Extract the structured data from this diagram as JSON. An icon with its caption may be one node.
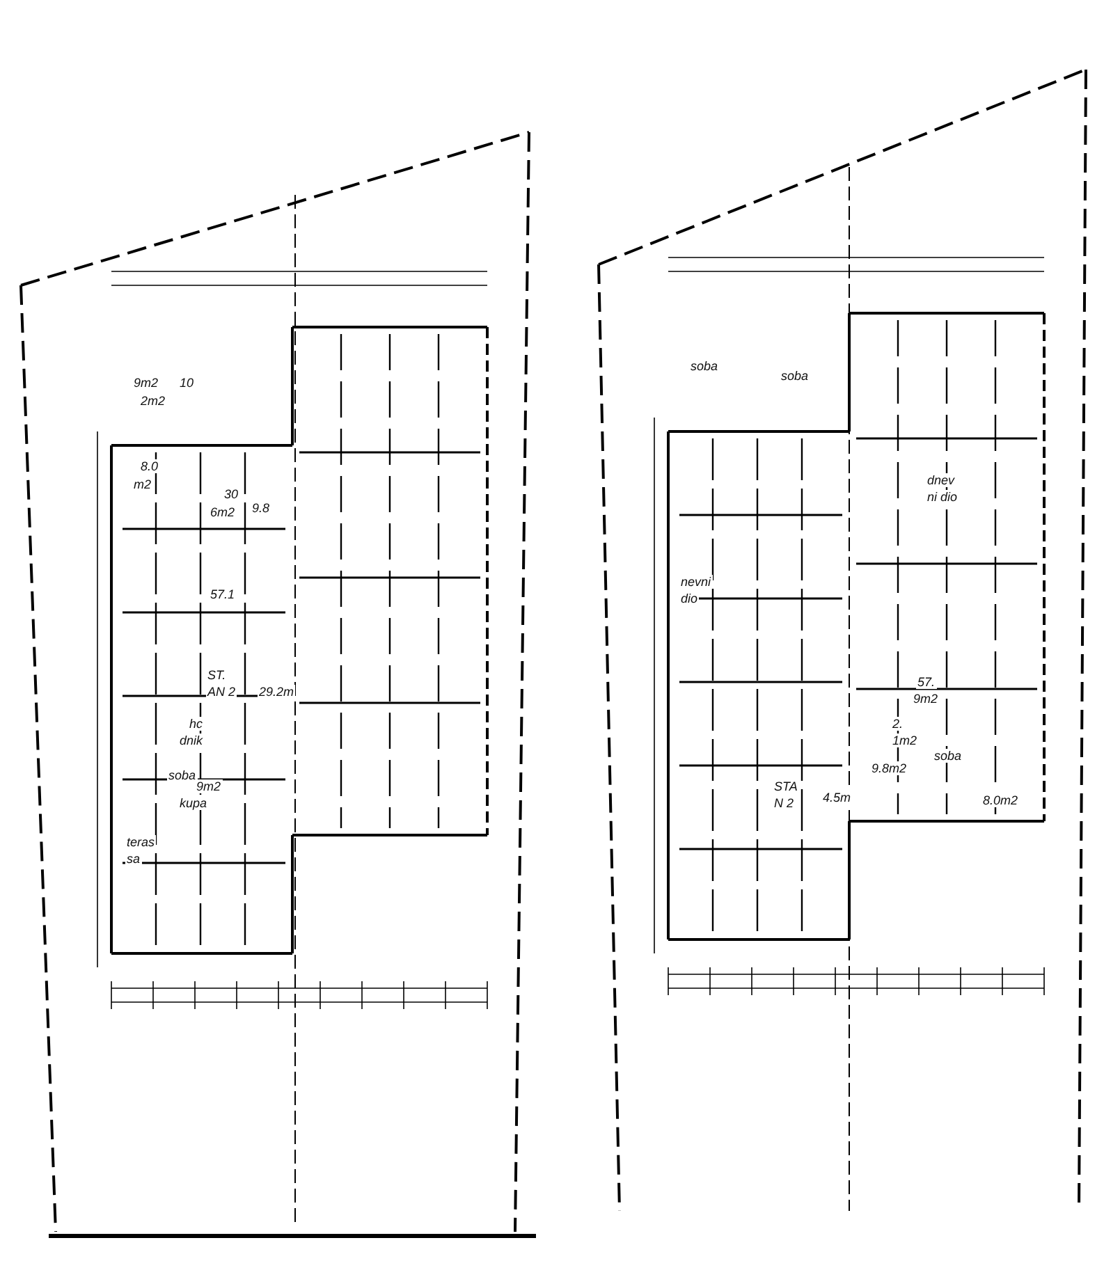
{
  "diagram": {
    "labels": [
      "9m2",
      "10",
      "2m2",
      "30",
      "6m2",
      "8.0",
      "m2",
      "9.8",
      "57.1",
      "ST.",
      "AN 2",
      "29.2m",
      "hc",
      "dnik",
      "soba",
      "9m2",
      "kupa",
      "teras",
      "sa",
      "soba",
      "soba",
      "dnev",
      "ni dio",
      "STA",
      "N 2",
      "nevni",
      "dio",
      "57.",
      "9m2",
      "2.",
      "1m2",
      "soba",
      "9.8m2",
      "8.0m2",
      "4.5m"
    ]
  }
}
